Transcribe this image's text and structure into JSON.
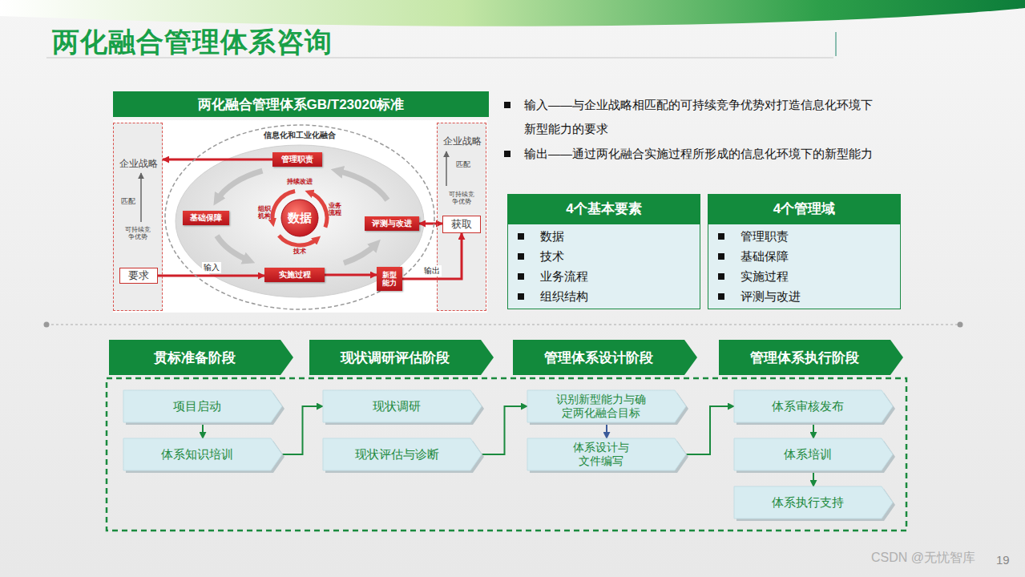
{
  "diagram": {
    "title": "两化融合管理体系咨询",
    "nodes": [
      {
        "text": [
          "两化融合管理体系GB/T23020标准"
        ]
      },
      {
        "text": [
          "企业战略",
          "匹配",
          "可持续竞争优势"
        ]
      },
      {
        "text": [
          "要求"
        ],
        "in": 1
      },
      {
        "text": [
          "信息化和工业化融合"
        ]
      },
      {
        "text": [
          "管理职责"
        ],
        "in": 3
      },
      {
        "text": [
          "基础保障"
        ],
        "in": 3
      },
      {
        "text": [
          "数据"
        ],
        "in": 3
      },
      {
        "text": [
          "评测与改进"
        ],
        "in": 3
      },
      {
        "text": [
          "实施过程"
        ],
        "in": 3
      },
      {
        "text": [
          "新型能力"
        ]
      },
      {
        "text": [
          "企业战略",
          "匹配",
          "可持续竞争优势"
        ]
      },
      {
        "text": [
          "获取"
        ],
        "in": 10
      },
      {
        "text": [
          "4个基本要素",
          "数据",
          "技术",
          "业务流程",
          "组织结构"
        ]
      },
      {
        "text": [
          "4个管理域",
          "管理职责",
          "基础保障",
          "实施过程",
          "评测与改进"
        ]
      },
      {
        "text": [
          "贯标准备阶段"
        ]
      },
      {
        "text": [
          "现状调研评估阶段"
        ]
      },
      {
        "text": [
          "管理体系设计阶段"
        ]
      },
      {
        "text": [
          "管理体系执行阶段"
        ]
      },
      {
        "text": [
          "项目启动"
        ]
      },
      {
        "text": [
          "体系知识培训"
        ]
      },
      {
        "text": [
          "现状调研"
        ]
      },
      {
        "text": [
          "现状评估与诊断"
        ]
      },
      {
        "text": [
          "识别新型能力与确定两化融合目标"
        ]
      },
      {
        "text": [
          "体系设计与文件编写"
        ]
      },
      {
        "text": [
          "体系审核发布"
        ]
      },
      {
        "text": [
          "体系培训"
        ]
      },
      {
        "text": [
          "体系执行支持"
        ]
      }
    ],
    "edges": [
      {
        "from": 4,
        "to": 1,
        "arrow": "to"
      },
      {
        "from": 7,
        "to": 11,
        "arrow": "both"
      },
      {
        "from": 2,
        "to": 8,
        "label": "输入",
        "arrow": "to"
      },
      {
        "from": 8,
        "to": 9,
        "arrow": "to"
      },
      {
        "from": 9,
        "to": 11,
        "label": "输出",
        "arrow": "to"
      },
      {
        "from": 18,
        "to": 19,
        "arrow": "to"
      },
      {
        "from": 19,
        "to": 20,
        "arrow": "to"
      },
      {
        "from": 21,
        "to": 22,
        "arrow": "to"
      },
      {
        "from": 22,
        "to": 23,
        "arrow": "to"
      },
      {
        "from": 23,
        "to": 24,
        "arrow": "to"
      },
      {
        "from": 24,
        "to": 25,
        "arrow": "to"
      },
      {
        "from": 25,
        "to": 26,
        "arrow": "to"
      }
    ],
    "labels": [
      "输入——与企业战略相匹配的可持续竞争优势对打造信息化环境下新型能力的要求",
      "输出——通过两化融合实施过程所形成的信息化环境下的新型能力",
      "持续改进",
      "组织机构",
      "业务流程",
      "技术",
      "19",
      "CSDN @无忧智库"
    ]
  }
}
